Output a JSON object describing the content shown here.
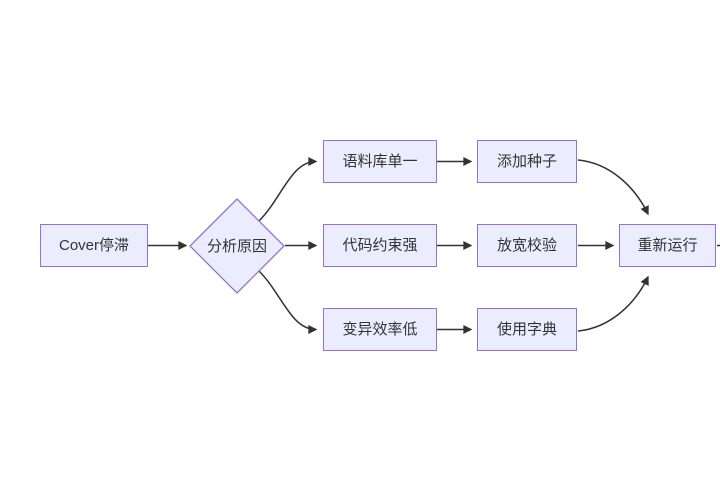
{
  "diagram": {
    "type": "flowchart",
    "direction": "left-to-right",
    "nodes": {
      "start": {
        "label": "Cover停滞",
        "shape": "rect"
      },
      "decision": {
        "label": "分析原因",
        "shape": "diamond"
      },
      "cause1": {
        "label": "语料库单一",
        "shape": "rect"
      },
      "cause2": {
        "label": "代码约束强",
        "shape": "rect"
      },
      "cause3": {
        "label": "变异效率低",
        "shape": "rect"
      },
      "fix1": {
        "label": "添加种子",
        "shape": "rect"
      },
      "fix2": {
        "label": "放宽校验",
        "shape": "rect"
      },
      "fix3": {
        "label": "使用字典",
        "shape": "rect"
      },
      "end": {
        "label": "重新运行",
        "shape": "rect"
      }
    },
    "edges": [
      {
        "from": "Cover停滞",
        "to": "分析原因"
      },
      {
        "from": "分析原因",
        "to": "语料库单一"
      },
      {
        "from": "分析原因",
        "to": "代码约束强"
      },
      {
        "from": "分析原因",
        "to": "变异效率低"
      },
      {
        "from": "语料库单一",
        "to": "添加种子"
      },
      {
        "from": "代码约束强",
        "to": "放宽校验"
      },
      {
        "from": "变异效率低",
        "to": "使用字典"
      },
      {
        "from": "添加种子",
        "to": "重新运行"
      },
      {
        "from": "放宽校验",
        "to": "重新运行"
      },
      {
        "from": "使用字典",
        "to": "重新运行"
      }
    ],
    "colors": {
      "background": "#FFFFFF",
      "node_fill": "#ECECFF",
      "node_border": "#9370DB",
      "edge": "#333333",
      "text": "#333333"
    }
  }
}
